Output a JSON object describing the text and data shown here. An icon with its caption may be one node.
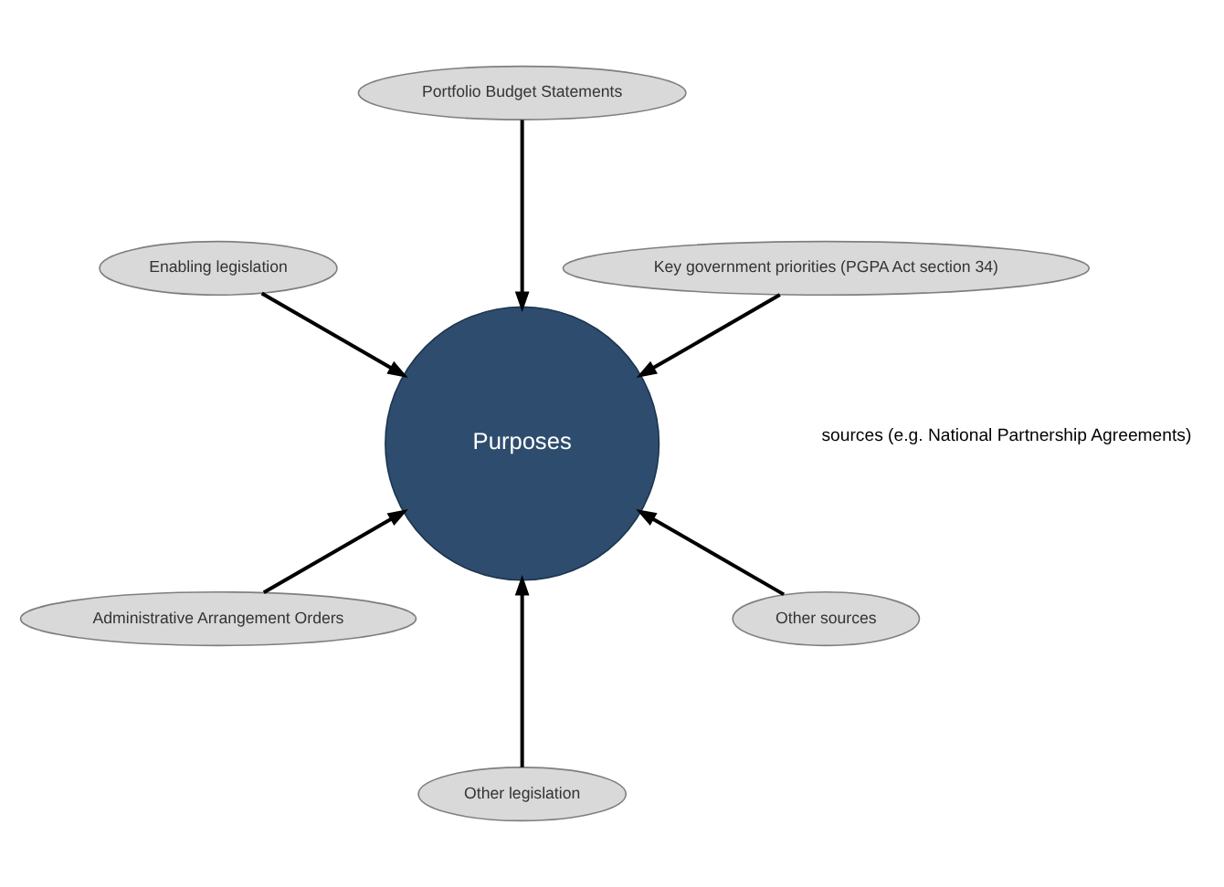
{
  "diagram": {
    "nodes": [
      {
        "text": [
          "Key government priorities (PGPA Act section 34)"
        ]
      },
      {
        "text": [
          "Portfolio Budget Statements"
        ]
      },
      {
        "text": [
          "Enabling legislation"
        ]
      },
      {
        "text": [
          "Purposes"
        ]
      },
      {
        "text": [
          "Administrative Arrangement Orders"
        ]
      },
      {
        "text": [
          "Other legislation"
        ]
      },
      {
        "text": [
          "Other sources"
        ]
      }
    ],
    "edges": [
      {
        "from": 0,
        "to": 3,
        "arrow": "to"
      },
      {
        "from": 1,
        "to": 3,
        "arrow": "to"
      },
      {
        "from": 2,
        "to": 3,
        "arrow": "to"
      },
      {
        "from": 4,
        "to": 3,
        "arrow": "to"
      },
      {
        "from": 5,
        "to": 3,
        "arrow": "to"
      },
      {
        "from": 6,
        "to": 3,
        "arrow": "to"
      }
    ],
    "labels": [
      "sources (e.g. National Partnership Agreements)"
    ]
  }
}
